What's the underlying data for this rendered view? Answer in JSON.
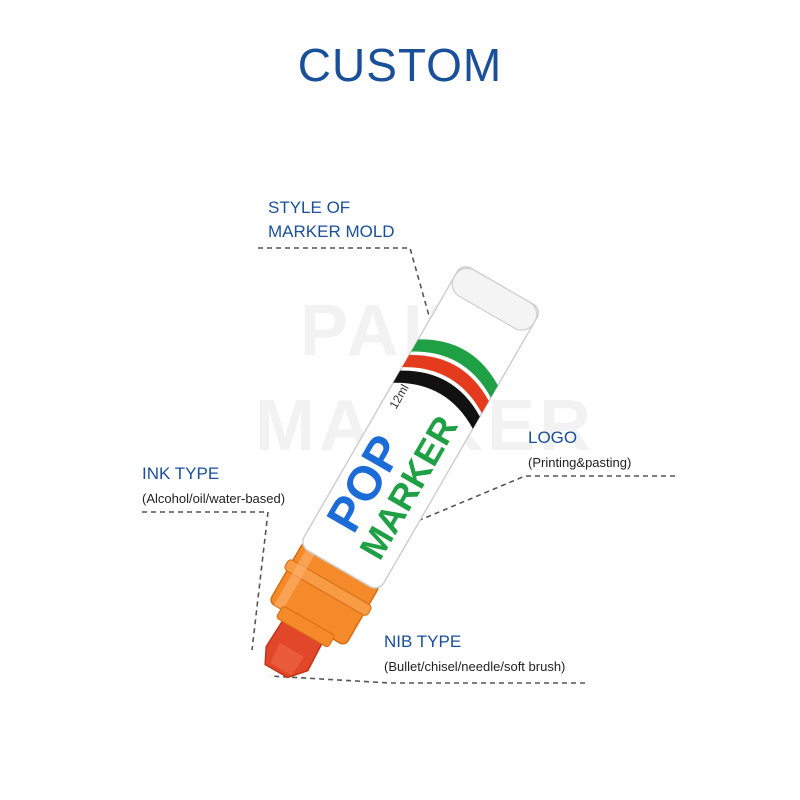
{
  "title": "CUSTOM",
  "watermark": {
    "line1": "PAINT",
    "line2": "MARKER"
  },
  "callouts": {
    "style": {
      "label": "STYLE OF\nMARKER MOLD"
    },
    "logo": {
      "label": "LOGO",
      "sub": "(Printing&pasting)"
    },
    "ink": {
      "label": "INK TYPE",
      "sub": "(Alcohol/oil/water-based)"
    },
    "nib": {
      "label": "NIB TYPE",
      "sub": "(Bullet/chisel/needle/soft brush)"
    }
  },
  "marker": {
    "brand_text": "POP",
    "model_text": "MARKER",
    "capacity_text": "12ml",
    "colors": {
      "cap": "#f58a2a",
      "nib": "#e2472a",
      "green": "#1fa045",
      "red": "#e43b1e",
      "blue": "#1c6cd8",
      "black": "#111111"
    }
  }
}
